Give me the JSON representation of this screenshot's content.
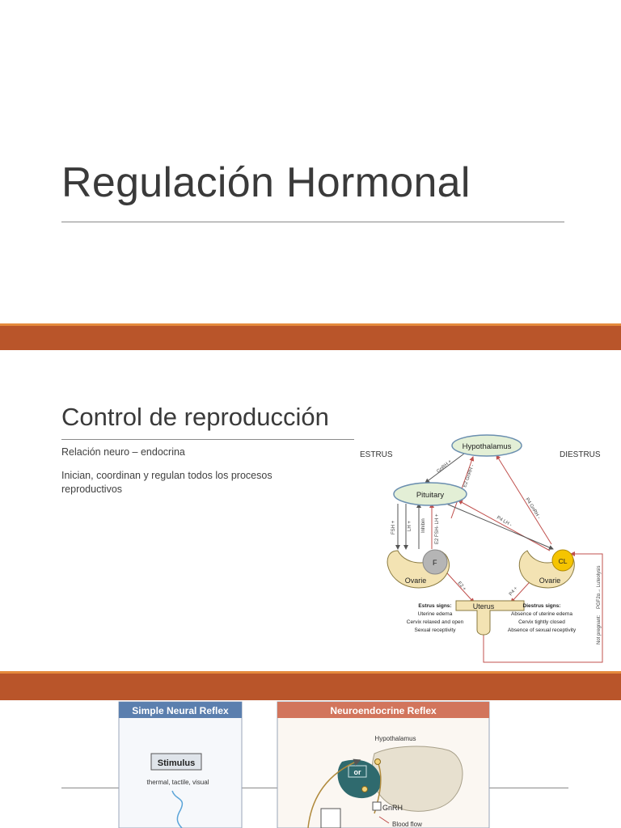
{
  "slide1": {
    "title": "Regulación Hormonal"
  },
  "slide2": {
    "title": "Control de reproducción",
    "bullets": [
      "Relación neuro – endocrina",
      "Inician, coordinan  y regulan todos los procesos reproductivos"
    ],
    "diagram": {
      "estrus": "ESTRUS",
      "diestrus": "DIESTRUS",
      "hypothalamus": "Hypothalamus",
      "pituitary": "Pituitary",
      "ovarie_left": "Ovarie",
      "ovarie_right": "Ovarie",
      "follicle": "F",
      "corpus_luteum": "CL",
      "uterus": "Uterus",
      "gnrh_plus": "GnRH +",
      "e2_gnrh_minus": "E2 GnRH -",
      "fsh_plus": "FSH +",
      "lh_plus": "LH +",
      "inhibin": "Inhibin",
      "e2_fsh_lh": "E2 FSH- LH +",
      "p4_lh": "P4 LH -",
      "p4_gnrh": "P4 GnRH -",
      "e2_plus": "E2 +",
      "p4_plus": "P4 +",
      "not_pregnant": "Not pregnant:",
      "pgf2a": "PGF2α→ Luteolysis",
      "estrus_signs": {
        "heading": "Estrus signs:",
        "items": [
          "Uterine edema",
          "Cervix relaxed and open",
          "Sexual receptivity"
        ]
      },
      "diestrus_signs": {
        "heading": "Diestrus signs:",
        "items": [
          "Absence of uterine edema",
          "Cervix tightly closed",
          "Absence of sexual receptivity"
        ]
      }
    }
  },
  "slide3": {
    "simple_reflex": "Simple Neural Reflex",
    "neuroendocrine_reflex": "Neuroendocrine Reflex",
    "stimulus": "Stimulus",
    "stimulus_types": "thermal, tactile, visual",
    "hypothalamus": "Hypothalamus",
    "or": "or",
    "gnrh": "GnRH",
    "blood_flow": "Blood flow"
  },
  "colors": {
    "band": "#b9552a",
    "band_top": "#e58a3c",
    "bubble": "#e3efd6",
    "ovary": "#f3e3b3",
    "arrow_red": "#c0504d"
  }
}
